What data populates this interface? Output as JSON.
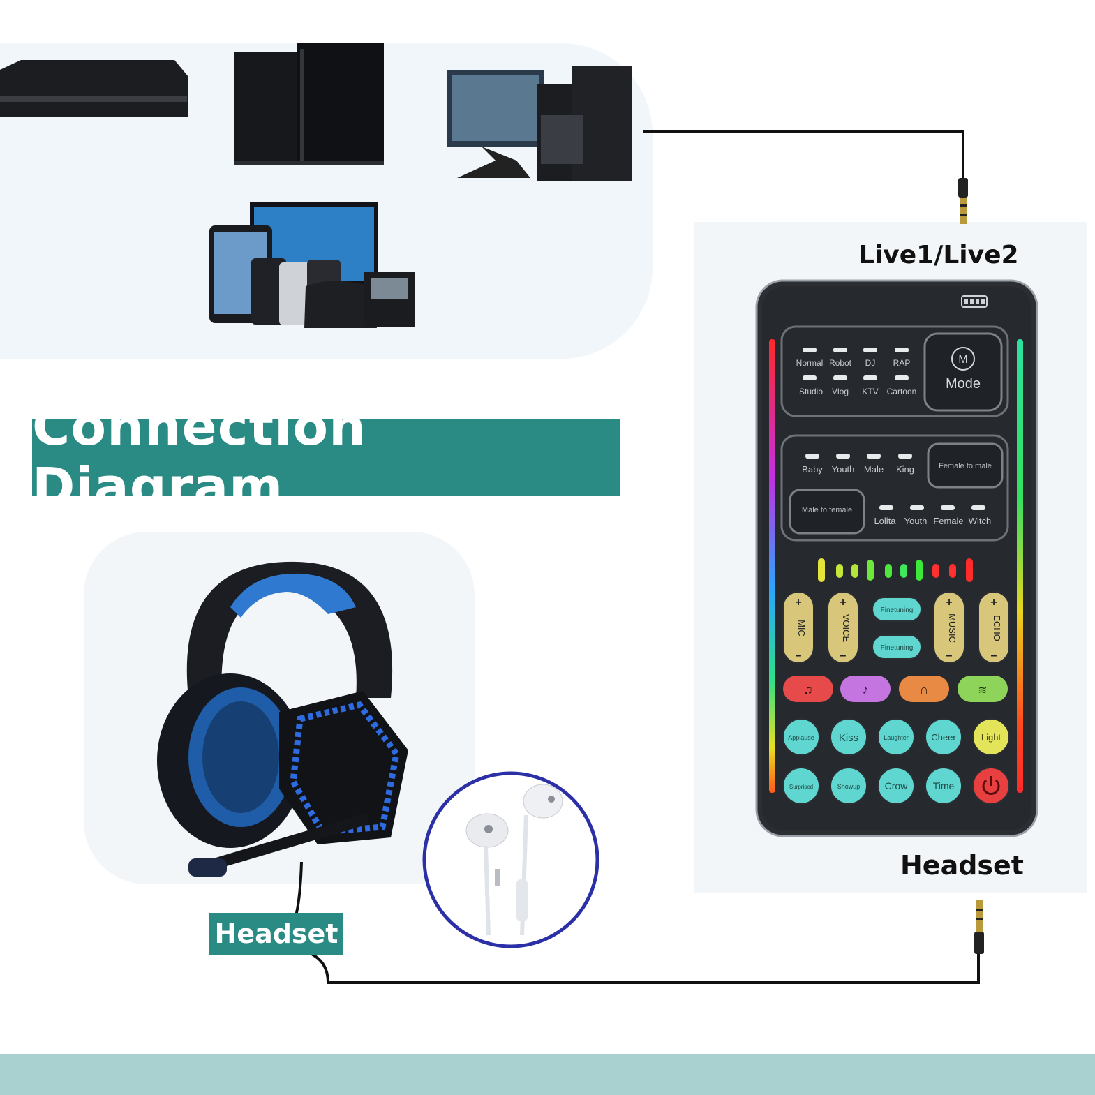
{
  "diagram": {
    "title": "Connection Diagram",
    "port_top_label": "Live1/Live2",
    "port_bottom_label": "Headset",
    "headset_label": "Headset"
  },
  "device": {
    "mode_button": "Mode",
    "voice_row1": [
      "Normal",
      "Robot",
      "DJ",
      "RAP"
    ],
    "voice_row2": [
      "Studio",
      "Vlog",
      "KTV",
      "Cartoon"
    ],
    "voice_row3": [
      "Baby",
      "Youth",
      "Male",
      "King"
    ],
    "voice_row4": [
      "Lolita",
      "Youth",
      "Female",
      "Witch"
    ],
    "female_to_male": "Female to male",
    "male_to_female": "Male to female",
    "finetuning_up": "Finetuning",
    "finetuning_down": "Finetuning",
    "knobs": [
      "MIC",
      "VOICE",
      "MUSIC",
      "ECHO"
    ],
    "effect_row1": [
      "Applause",
      "Kiss",
      "Laughter",
      "Cheer",
      "Light"
    ],
    "effect_row2": [
      "Surprised",
      "Showup",
      "Crow",
      "Time"
    ],
    "colors": {
      "body": "#2b2e32",
      "cyan": "#5fd6cf",
      "gold": "#d8c77a"
    }
  }
}
